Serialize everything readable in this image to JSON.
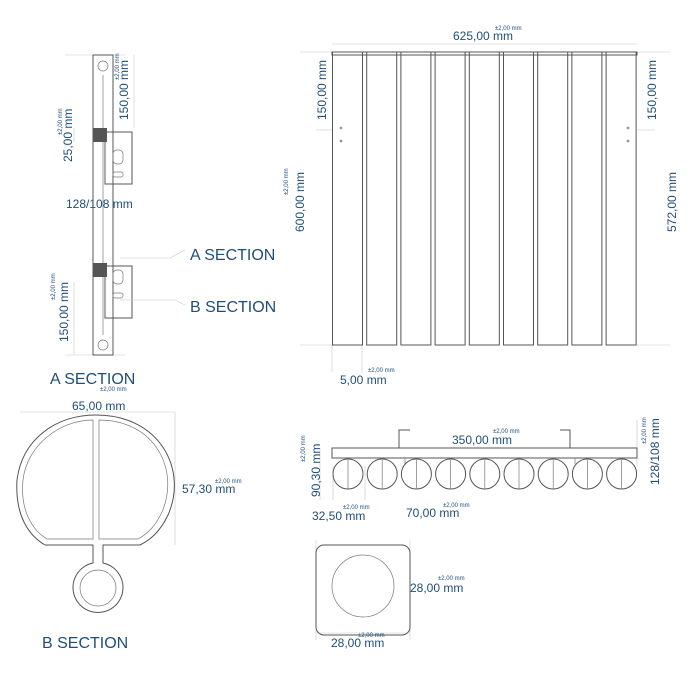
{
  "side_view": {
    "dim_top_150": "150,00 mm",
    "dim_top_150_tol": "±2,00 mm",
    "dim_25": "25,00 mm",
    "dim_25_tol": "±2,00 mm",
    "dim_128_108": "128/108 mm",
    "dim_bottom_150": "150,00 mm",
    "dim_bottom_150_tol": "±2,00 mm",
    "label_a_section": "A SECTION",
    "label_b_section": "B SECTION"
  },
  "front_view": {
    "width_625": "625,00 mm",
    "width_625_tol": "±2,00 mm",
    "height_600": "600,00 mm",
    "height_600_tol": "±2,00 mm",
    "left_150": "150,00 mm",
    "right_150": "150,00 mm",
    "right_572": "572,00 mm",
    "gap_5": "5,00 mm",
    "gap_5_tol": "±2,00 mm"
  },
  "a_section": {
    "title": "A SECTION",
    "width_65": "65,00 mm",
    "width_65_tol": "±2,00 mm",
    "height_57": "57,30 mm",
    "height_57_tol": "±2,00 mm"
  },
  "top_view": {
    "bracket_350": "350,00 mm",
    "bracket_350_tol": "±2,00 mm",
    "dim_90": "90,30 mm",
    "dim_90_tol": "±2,00 mm",
    "dim_128_108": "128/108 mm",
    "dim_128_108_tol": "±2,00 mm",
    "dim_32": "32,50 mm",
    "dim_32_tol": "±2,00 mm",
    "dim_70": "70,00 mm",
    "dim_70_tol": "±2,00 mm"
  },
  "b_section": {
    "title": "B SECTION",
    "height_28": "28,00 mm",
    "height_28_tol": "±2,00 mm",
    "width_28": "28,00 mm",
    "width_28_tol": "±2,00 mm"
  },
  "colors": {
    "text": "#1f4e79",
    "lines": "#555555",
    "extension_lines": "#c8c8c8"
  }
}
